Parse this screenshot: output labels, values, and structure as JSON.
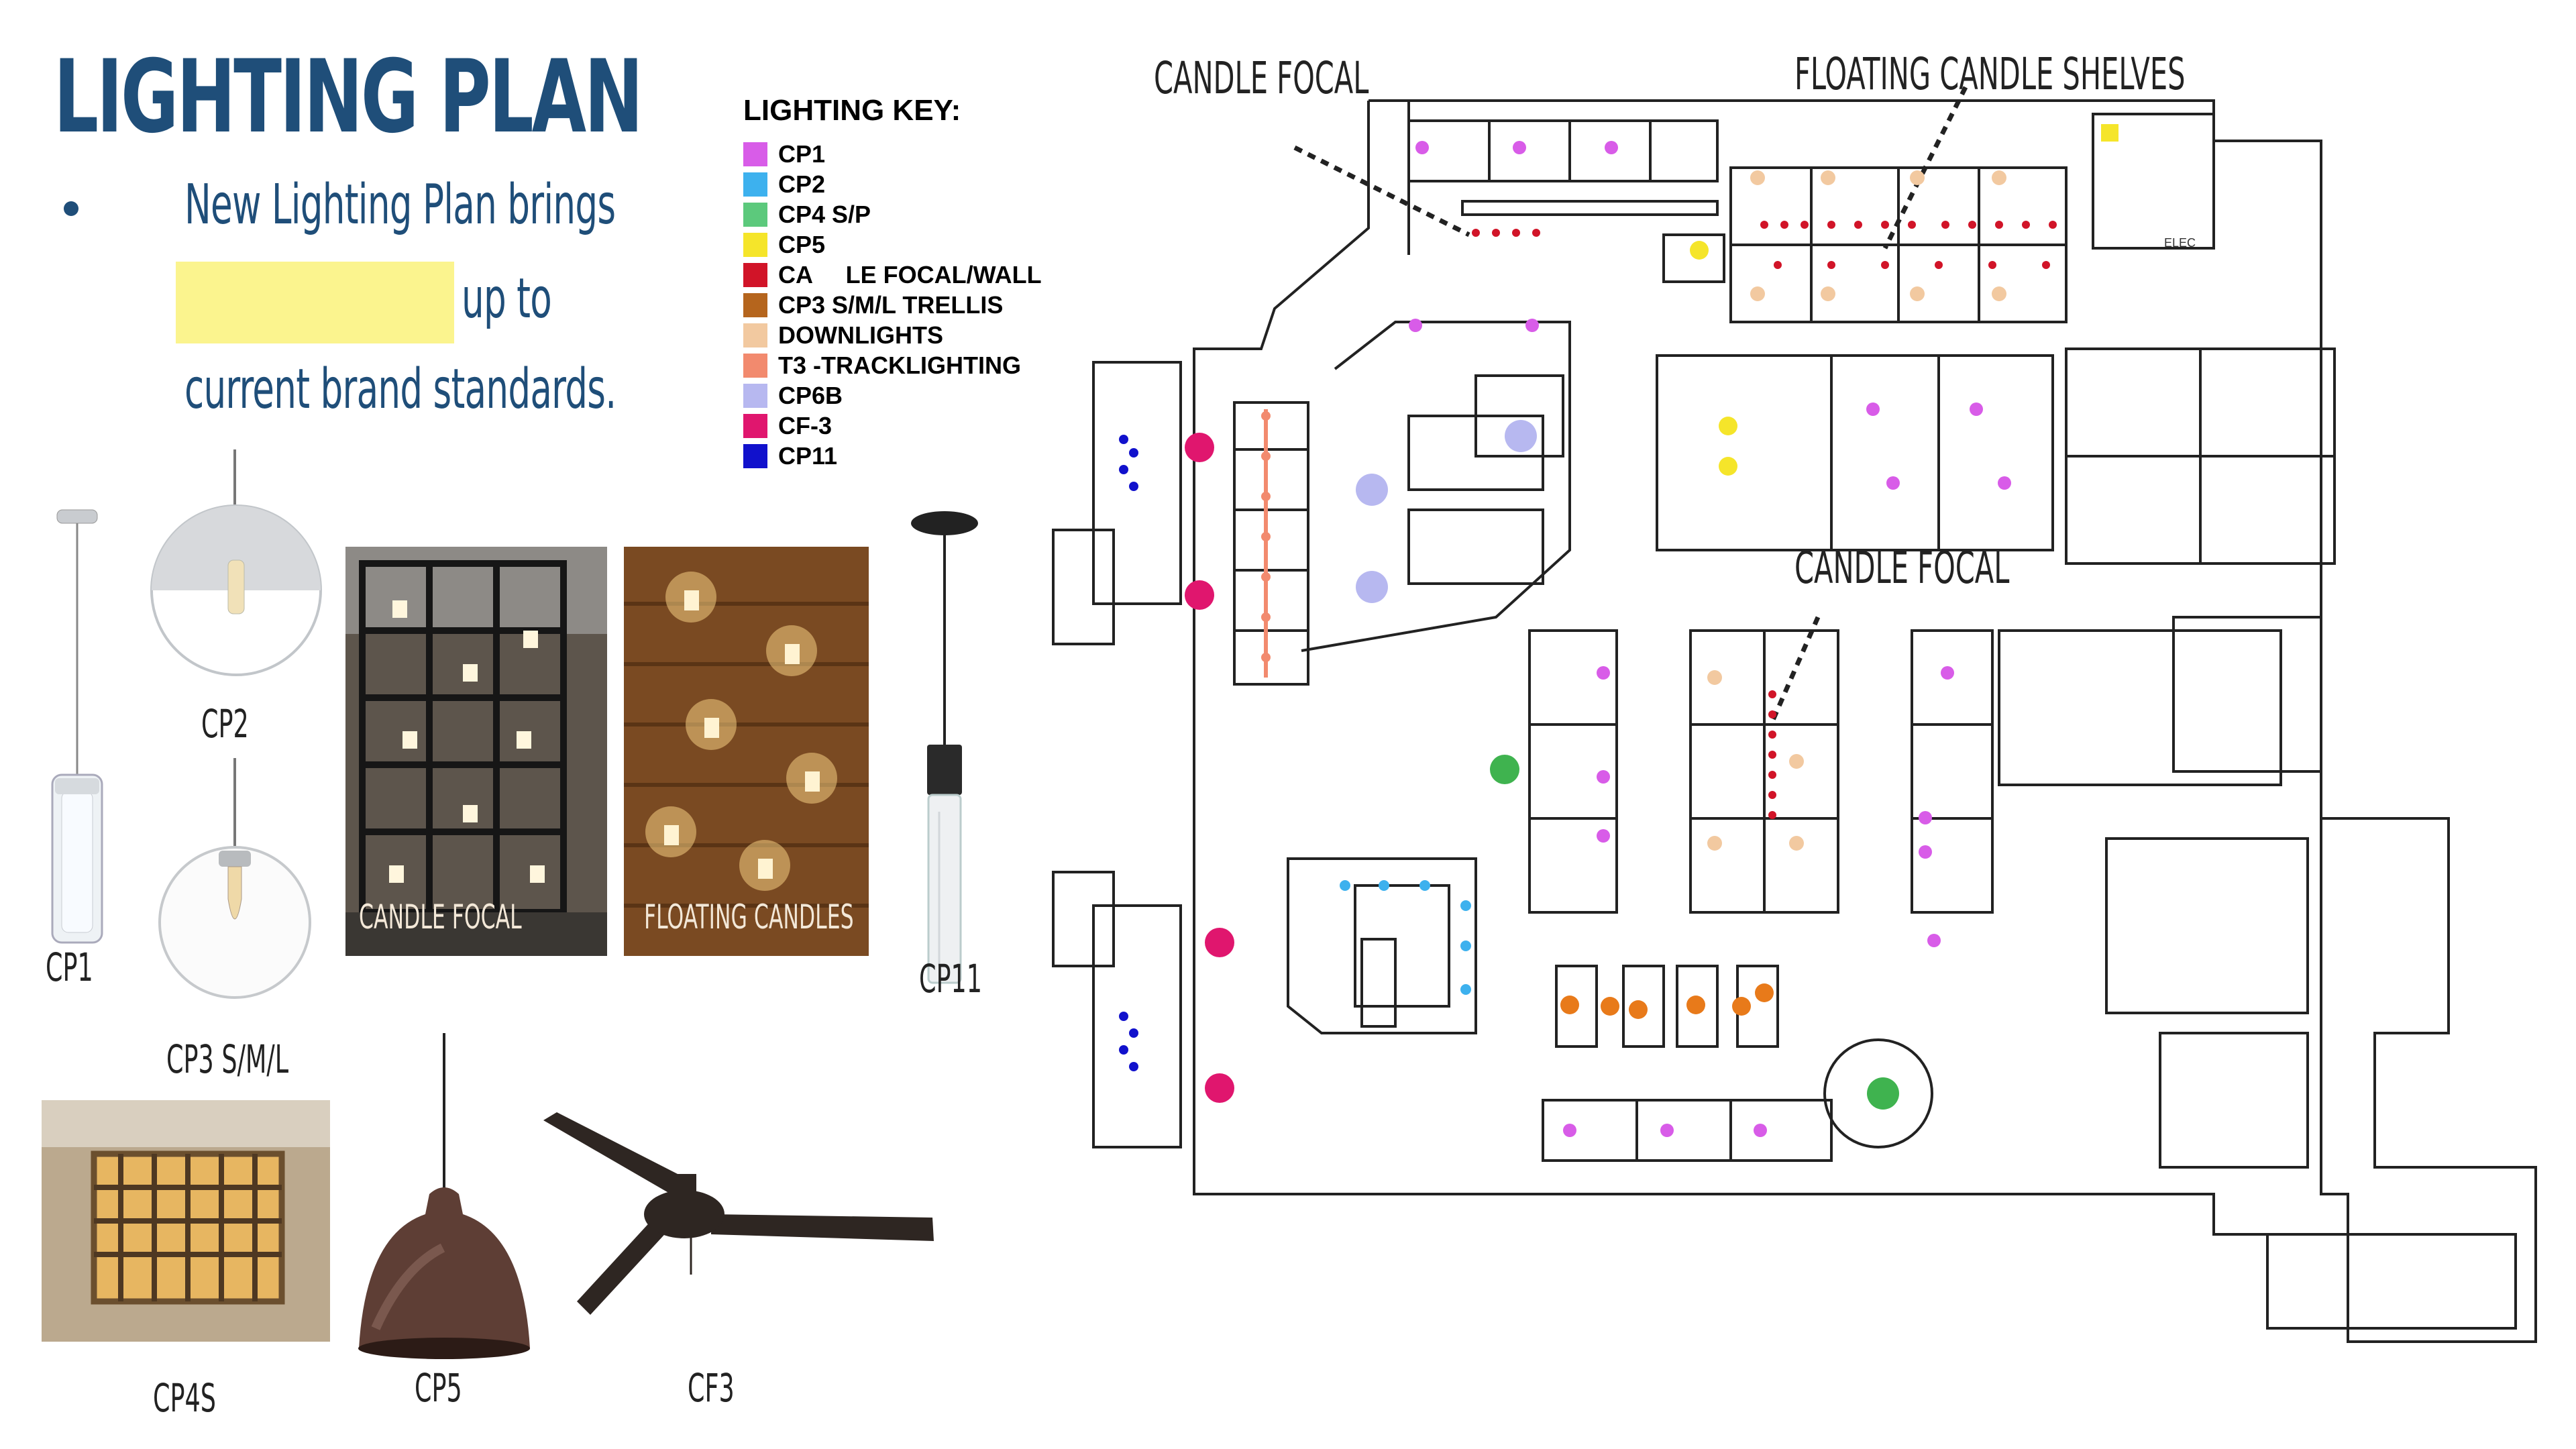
{
  "slide": {
    "title": "LIGHTING PLAN",
    "bullet_line1": "New Lighting Plan brings",
    "bullet_line2": "up to",
    "bullet_line3": "current brand standards."
  },
  "lighting_key": {
    "title": "LIGHTING KEY:",
    "items": [
      {
        "label": "CP1",
        "color": "#d85ce8"
      },
      {
        "label": "CP2",
        "color": "#3db1ee"
      },
      {
        "label": "CP4 S/P",
        "color": "#5cc97c"
      },
      {
        "label": "CP5",
        "color": "#f5e52a"
      },
      {
        "label": "CA     LE FOCAL/WALL",
        "color": "#d11428"
      },
      {
        "label": "CP3 S/M/L TRELLIS",
        "color": "#b5651d"
      },
      {
        "label": "DOWNLIGHTS",
        "color": "#f2c9a0"
      },
      {
        "label": "T3 -TRACKLIGHTING",
        "color": "#f28a6e"
      },
      {
        "label": "CP6B",
        "color": "#b7b8f0"
      },
      {
        "label": "CF-3",
        "color": "#e0166e"
      },
      {
        "label": "CP11",
        "color": "#1111cc"
      }
    ]
  },
  "fixtures": {
    "cp1": "CP1",
    "cp2": "CP2",
    "cp3": "CP3 S/M/L",
    "cp11": "CP11",
    "cp4s": "CP4S",
    "cp5": "CP5",
    "cf3": "CF3"
  },
  "photos": {
    "candle_focal": "CANDLE FOCAL",
    "floating_candles": "FLOATING CANDLES"
  },
  "floor_plan": {
    "candle_focal_top": "CANDLE FOCAL",
    "floating_candle_shelves": "FLOATING CANDLE SHELVES",
    "candle_focal_mid": "CANDLE FOCAL",
    "elec_label": "ELEC"
  }
}
